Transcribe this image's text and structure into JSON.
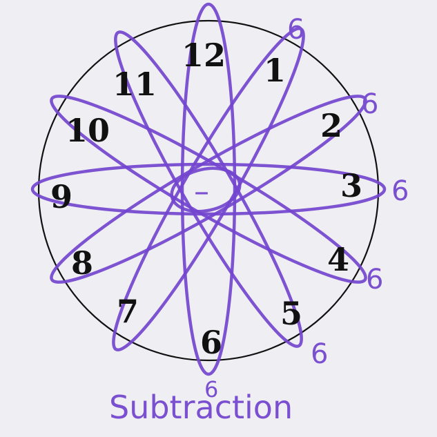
{
  "clock_numbers": [
    "12",
    "1",
    "2",
    "3",
    "4",
    "5",
    "6",
    "7",
    "8",
    "9",
    "10",
    "11"
  ],
  "center_mark": "–",
  "loop_labels": [
    "6",
    "6",
    "6",
    "6",
    "6",
    "6"
  ],
  "caption": "Subtraction",
  "colors": {
    "paper": "#efeff3",
    "ink": "#111111",
    "marker": "#7345cf"
  }
}
